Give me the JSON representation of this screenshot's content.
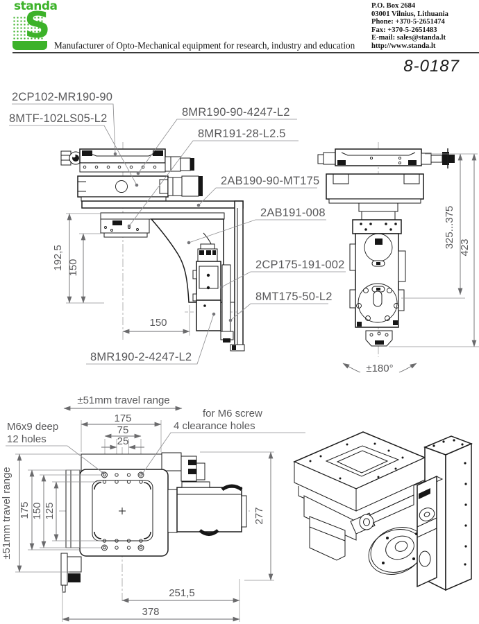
{
  "header": {
    "logo_text": "standa",
    "tagline": "Manufacturer of Opto-Mechanical equipment for research, industry and education",
    "contact": {
      "po_box": "P.O. Box 2684",
      "city": "03001 Vilnius, Lithuania",
      "phone": "Phone: +370-5-2651474",
      "fax": "Fax: +370-5-2651483",
      "email": "E-mail: sales@standa.lt",
      "website": "http://www.standa.lt"
    },
    "drawing_number": "8-0187"
  },
  "front_view": {
    "part_labels": {
      "cp102": "2CP102-MR190-90",
      "mtf102": "8MTF-102LS05-L2",
      "mr190_90": "8MR190-90-4247-L2",
      "mr191_28": "8MR191-28-L2.5",
      "ab190": "2AB190-90-MT175",
      "ab191": "2AB191-008",
      "cp175": "2CP175-191-002",
      "mt175": "8MT175-50-L2",
      "mr190_2": "8MR190-2-4247-L2"
    },
    "dimensions": {
      "bracket_drop": "192,5",
      "stage_drop": "150",
      "horiz_offset": "150"
    }
  },
  "side_view": {
    "dimensions": {
      "adjustable_height": "325...375",
      "total_height": "423",
      "rotation_range": "±180°"
    }
  },
  "top_view": {
    "annotations": {
      "travel_range_h": "±51mm travel range",
      "travel_range_v": "±51mm travel range",
      "tapped_holes_line1": "M6x9 deep",
      "tapped_holes_line2": "12 holes",
      "clearance_line1": "for M6 screw",
      "clearance_line2": "4 clearance holes"
    },
    "dimensions": {
      "w175": "175",
      "w75": "75",
      "w25": "25",
      "h175": "175",
      "h150": "150",
      "h125": "125",
      "d277": "277",
      "d2515": "251,5",
      "d378": "378"
    }
  },
  "colors": {
    "brand_green": "#3cb229",
    "drawing_line": "#1c1c1c",
    "dimension_gray": "#58585a"
  }
}
